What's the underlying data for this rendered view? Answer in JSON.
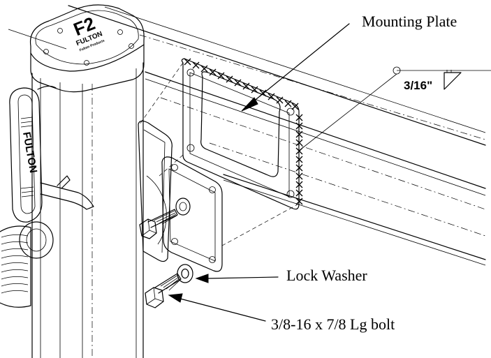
{
  "labels": {
    "mounting_plate": "Mounting Plate",
    "weld_size": "3/16\"",
    "lock_washer": "Lock  Washer",
    "bolt": "3/8-16 x 7/8 Lg bolt"
  },
  "brand": {
    "cap_logo": "F2",
    "cap_text": "FULTON",
    "cap_subtext": "Fulton Products",
    "handle_text": "FULTON"
  }
}
